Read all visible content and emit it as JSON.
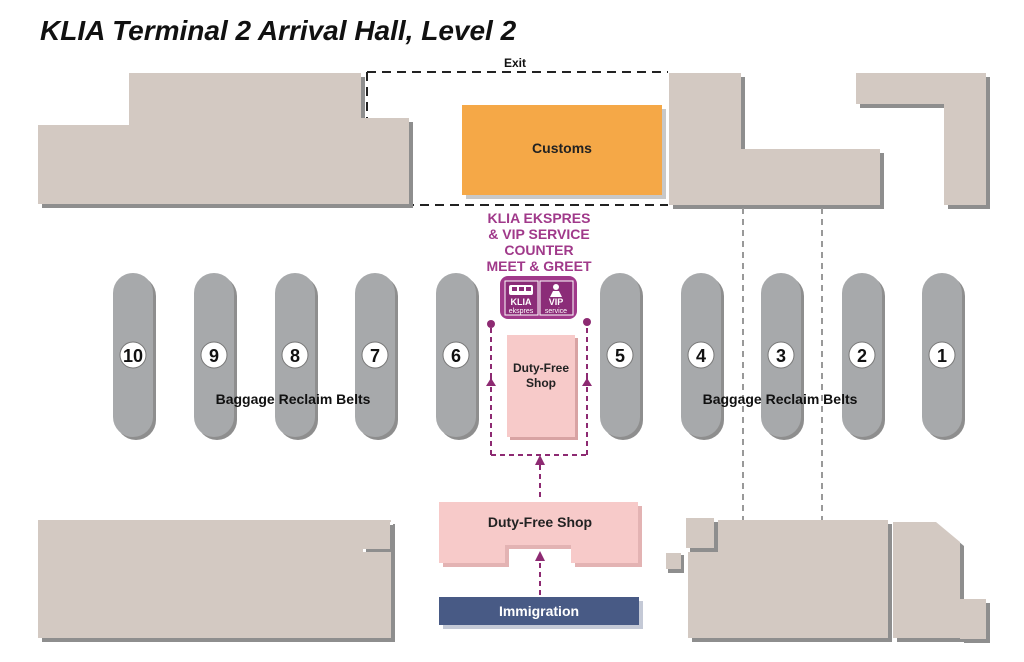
{
  "title": "KLIA Terminal 2 Arrival Hall, Level 2",
  "exit_label": "Exit",
  "customs_label": "Customs",
  "counter_label": {
    "line1": "KLIA EKSPRES",
    "line2": "& VIP SERVICE",
    "line3": "COUNTER",
    "line4": "MEET & GREET"
  },
  "klia_logo": {
    "line1": "KLIA",
    "line2": "ekspres"
  },
  "vip_logo": {
    "line1": "VIP",
    "line2": "service"
  },
  "duty_free_inner": {
    "line1": "Duty-Free",
    "line2": "Shop"
  },
  "duty_free_lower": "Duty-Free Shop",
  "immigration_label": "Immigration",
  "baggage_label_left": "Baggage Reclaim Belts",
  "baggage_label_right": "Baggage Reclaim Belts",
  "belts": [
    "10",
    "9",
    "8",
    "7",
    "6",
    "5",
    "4",
    "3",
    "2",
    "1"
  ],
  "colors": {
    "building": "#d3c9c2",
    "building_shadow": "#8e8e8e",
    "customs": "#f5a847",
    "belt": "#a7a9ab",
    "duty_free": "#f7cac9",
    "immigration": "#485a85",
    "route": "#8d2a72",
    "counter_text": "#a0398a",
    "counter_box": "#a0398a"
  }
}
